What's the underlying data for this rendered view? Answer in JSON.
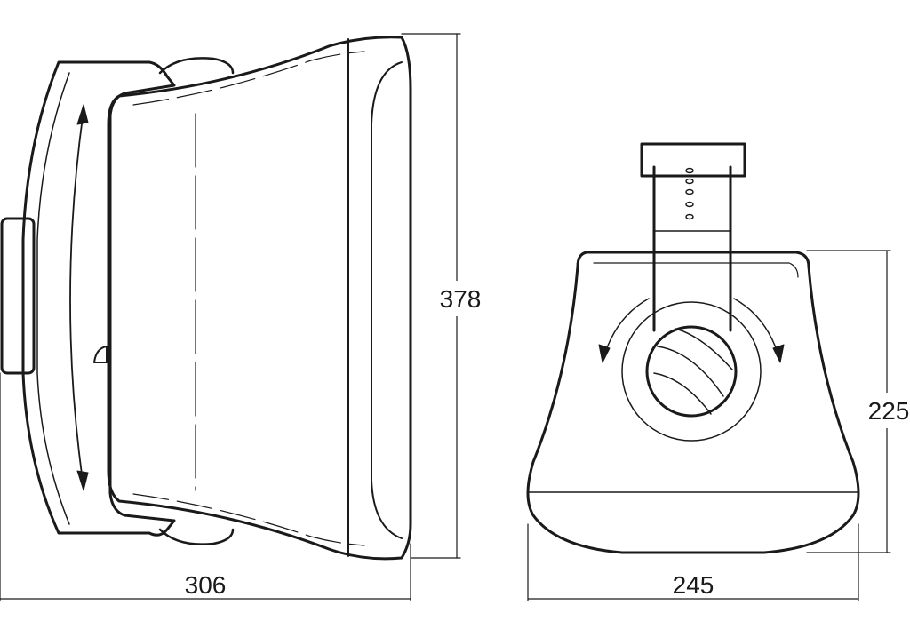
{
  "dimensions": {
    "width_side": "306",
    "height_side": "378",
    "width_top": "245",
    "height_top": "225"
  },
  "colors": {
    "line": "#1a1a1a",
    "background": "#ffffff"
  }
}
